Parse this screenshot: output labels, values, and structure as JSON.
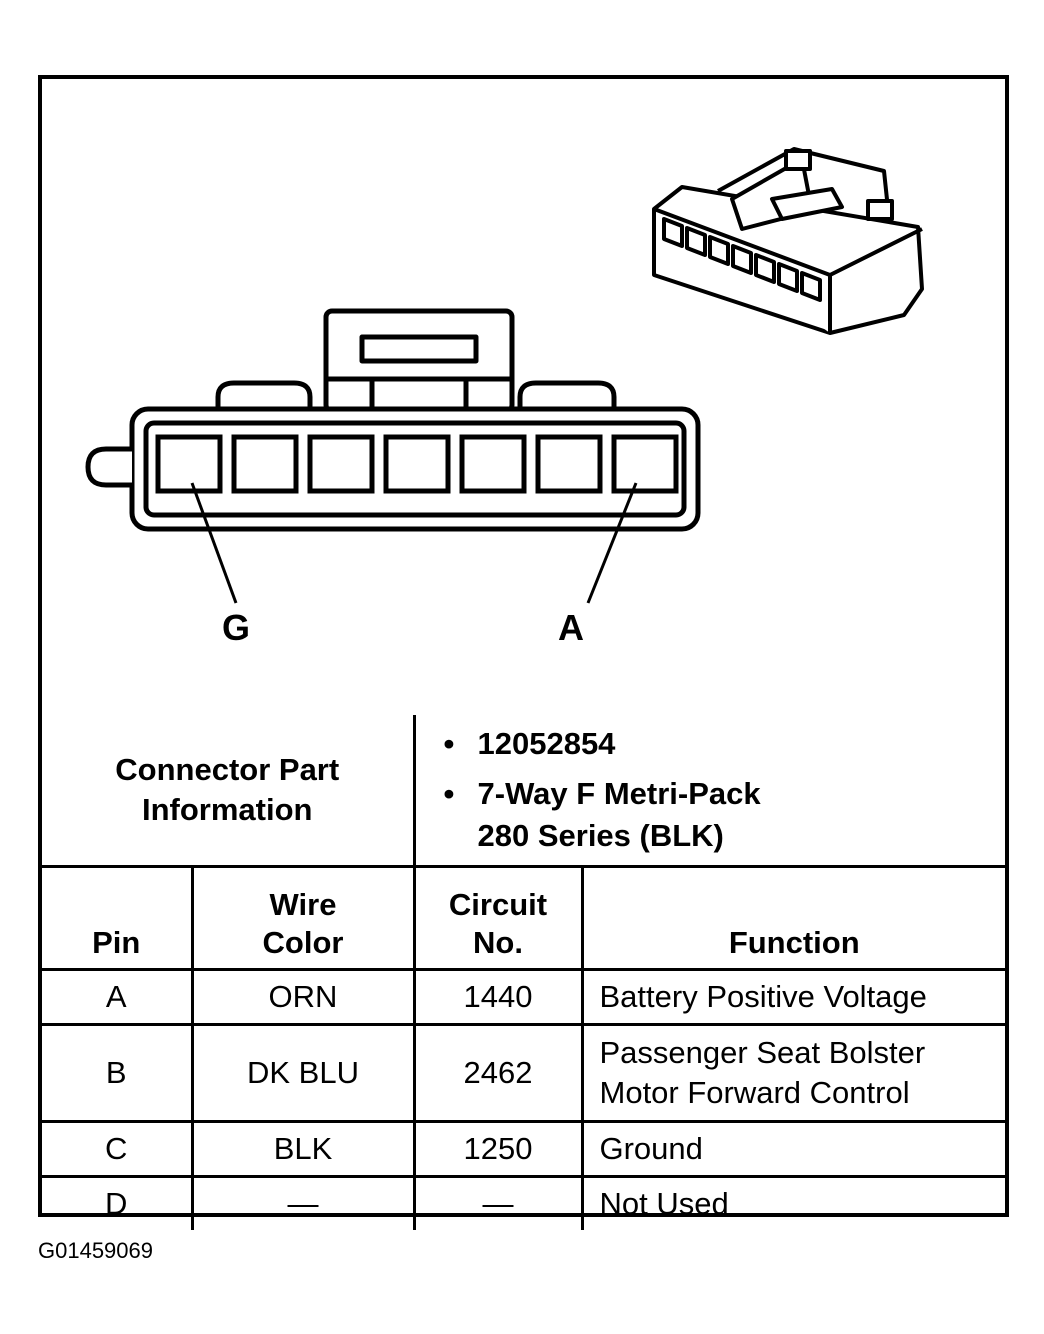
{
  "pin_labels": {
    "left": "G",
    "right": "A"
  },
  "connector_info": {
    "title_line1": "Connector Part",
    "title_line2": "Information",
    "bullet": "•",
    "part_number": "12052854",
    "description_line1": "7-Way F Metri-Pack",
    "description_line2": "280 Series (BLK)"
  },
  "table": {
    "headers": {
      "pin": "Pin",
      "wire_line1": "Wire",
      "wire_line2": "Color",
      "circuit_line1": "Circuit",
      "circuit_line2": "No.",
      "function": "Function"
    },
    "rows": [
      {
        "pin": "A",
        "wire": "ORN",
        "circuit": "1440",
        "function_line1": "Battery Positive Voltage",
        "function_line2": ""
      },
      {
        "pin": "B",
        "wire": "DK BLU",
        "circuit": "2462",
        "function_line1": "Passenger Seat Bolster",
        "function_line2": "Motor Forward Control"
      },
      {
        "pin": "C",
        "wire": "BLK",
        "circuit": "1250",
        "function_line1": "Ground",
        "function_line2": ""
      },
      {
        "pin": "D",
        "wire": "—",
        "circuit": "—",
        "function_line1": "Not Used",
        "function_line2": ""
      }
    ]
  },
  "figure_id": "G01459069"
}
